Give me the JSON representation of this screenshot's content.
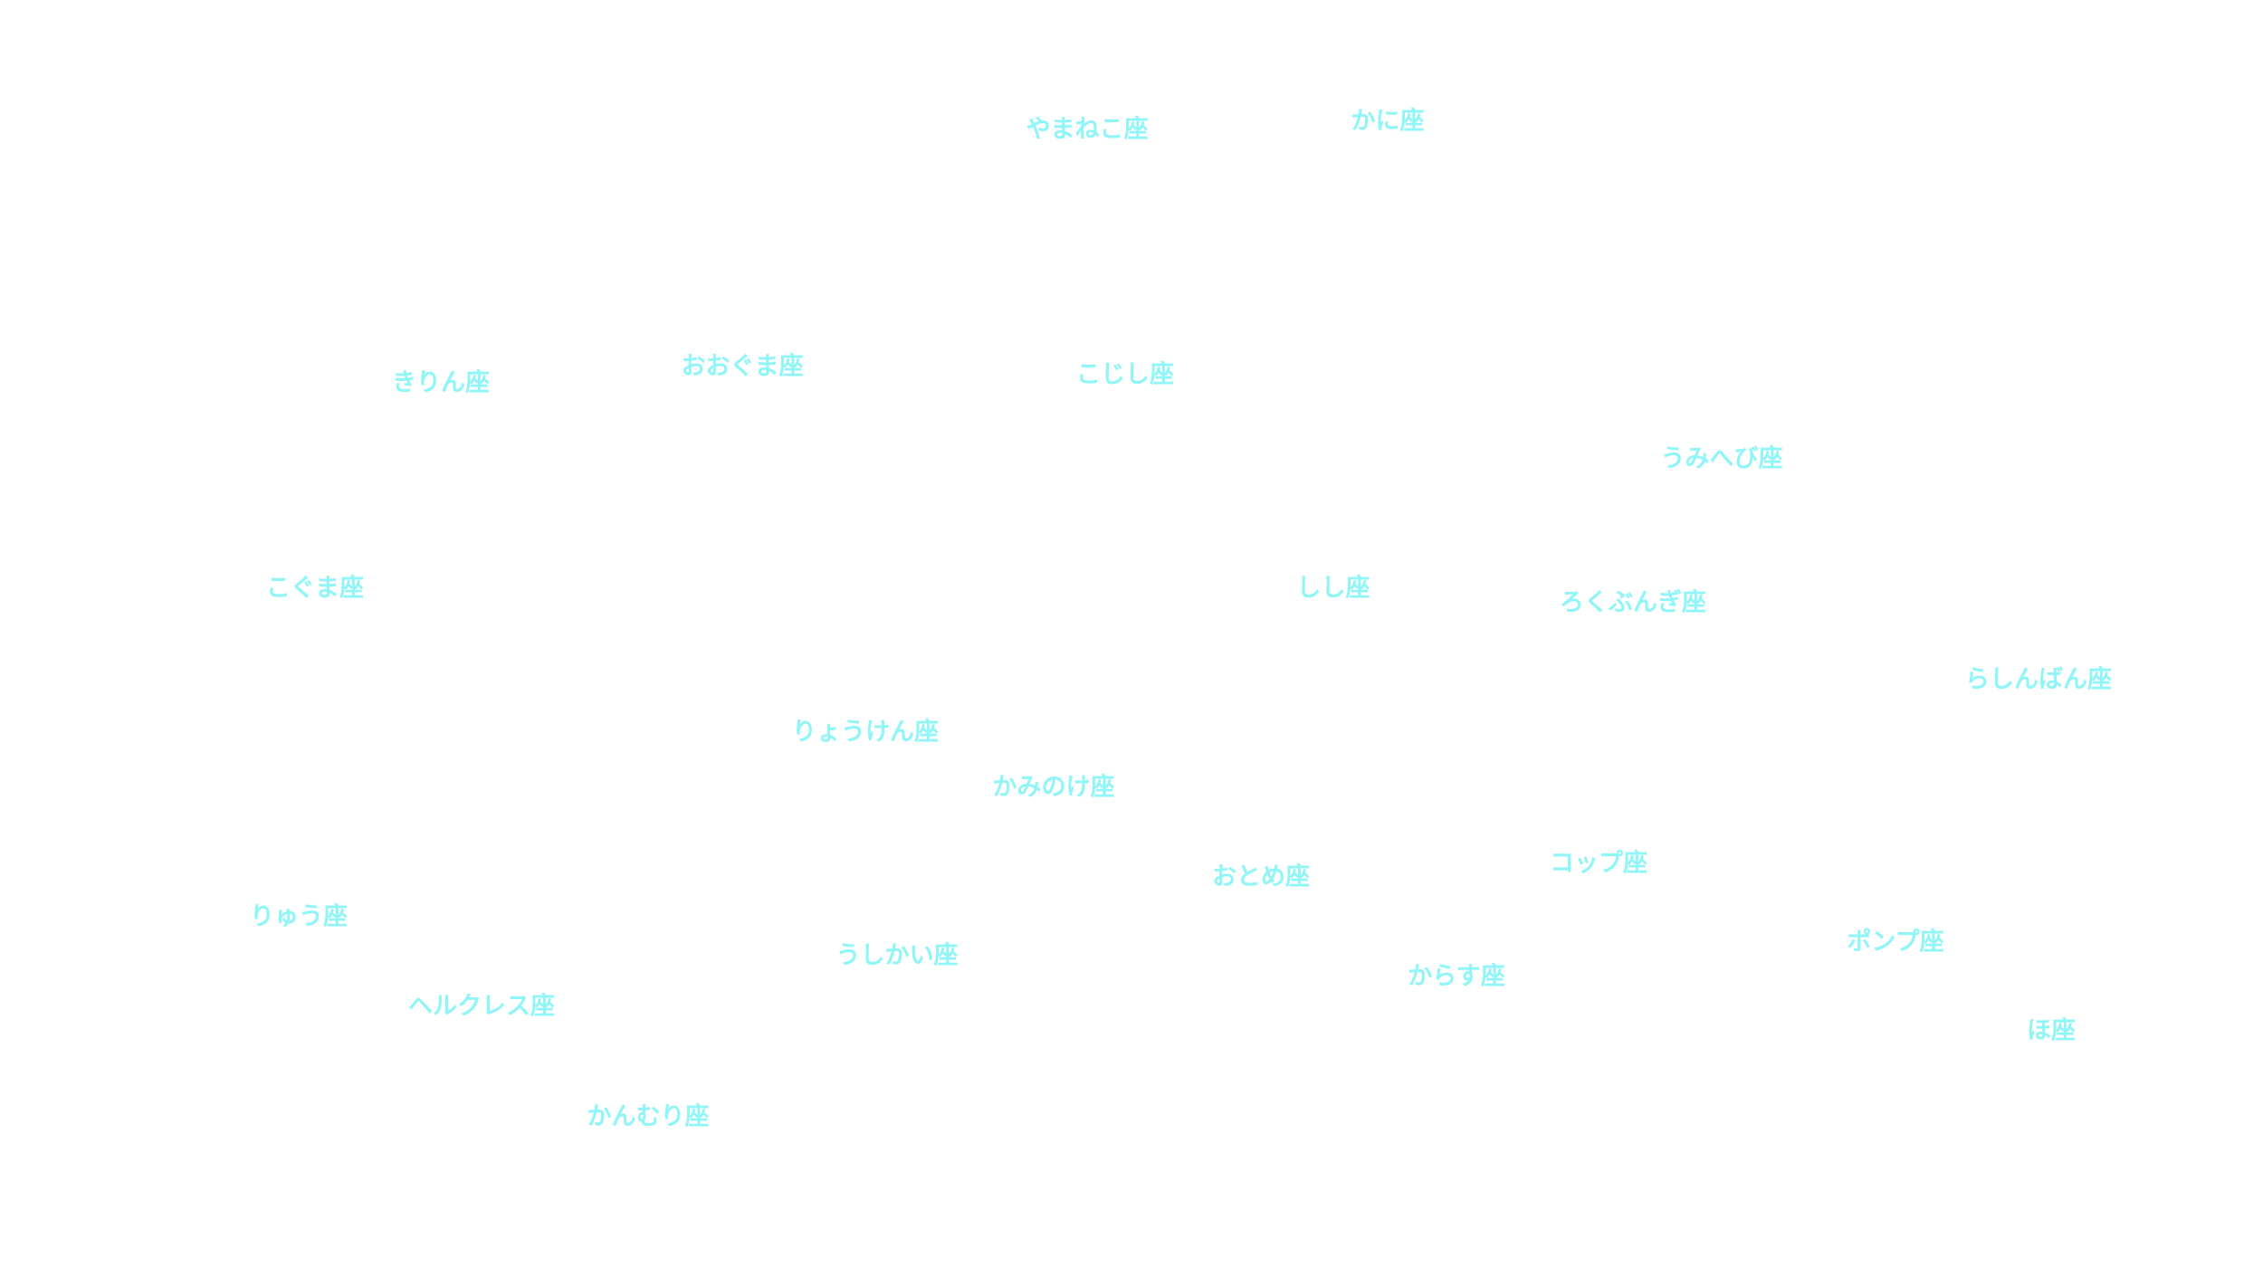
{
  "label_color": "#8ff5f7",
  "constellations": [
    {
      "id": "yamaneko",
      "name": "やまねこ座"
    },
    {
      "id": "kani",
      "name": "かに座"
    },
    {
      "id": "kirin",
      "name": "きりん座"
    },
    {
      "id": "ooguma",
      "name": "おおぐま座"
    },
    {
      "id": "kojishi",
      "name": "こじし座"
    },
    {
      "id": "umihebi",
      "name": "うみへび座"
    },
    {
      "id": "koguma",
      "name": "こぐま座"
    },
    {
      "id": "shishi",
      "name": "しし座"
    },
    {
      "id": "rokubungi",
      "name": "ろくぶんぎ座"
    },
    {
      "id": "rashinban",
      "name": "らしんばん座"
    },
    {
      "id": "ryouken",
      "name": "りょうけん座"
    },
    {
      "id": "kaminoke",
      "name": "かみのけ座"
    },
    {
      "id": "otome",
      "name": "おとめ座"
    },
    {
      "id": "koppu",
      "name": "コップ座"
    },
    {
      "id": "ryuu",
      "name": "りゅう座"
    },
    {
      "id": "ushikai",
      "name": "うしかい座"
    },
    {
      "id": "ponpu",
      "name": "ポンプ座"
    },
    {
      "id": "karasu",
      "name": "からす座"
    },
    {
      "id": "herukuresu",
      "name": "ヘルクレス座"
    },
    {
      "id": "ho",
      "name": "ほ座"
    },
    {
      "id": "kanmuri",
      "name": "かんむり座"
    }
  ]
}
